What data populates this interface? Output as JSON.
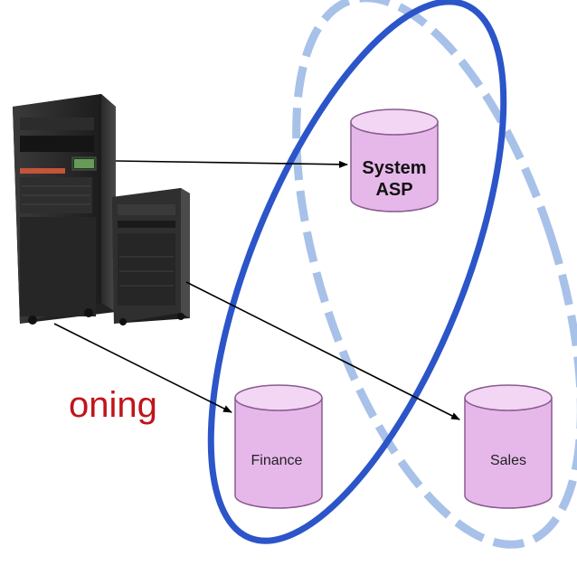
{
  "diagram": {
    "partial_title": "oning",
    "disks": {
      "system": {
        "line1": "System",
        "line2": "ASP"
      },
      "finance": {
        "label": "Finance"
      },
      "sales": {
        "label": "Sales"
      }
    },
    "colors": {
      "disk_fill": "#e6b8ea",
      "disk_top": "#f2d6f4",
      "disk_stroke": "#8a5a90",
      "solid_ring": "#2b55c8",
      "dashed_ring": "#a7c1e9",
      "title_red": "#c0151b",
      "arrow": "#000000"
    },
    "icons": [
      "server-tower-icon",
      "server-small-icon"
    ]
  }
}
